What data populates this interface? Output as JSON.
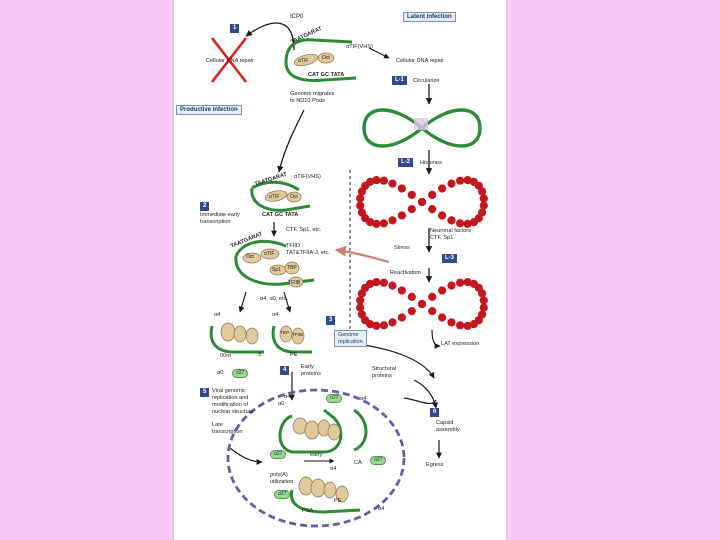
{
  "colors": {
    "page_bg": "#f7c8f3",
    "panel_bg": "#ffffff",
    "dna": "#2d8a35",
    "histone": "#c4161c",
    "nucleus_border": "#6a58a8",
    "stage_box": "#2b4b8c",
    "protein": "#dfc99d",
    "pill": "#9ed69a",
    "arrow": "#1a1a1a",
    "reactivation_arrow": "#cf7f78"
  },
  "header": {
    "icp0": "ICP0",
    "latent_infection": "Latent infection",
    "productive_infection": "Productive infection"
  },
  "stages": {
    "s1": "1",
    "s2": "2",
    "s3": "3",
    "s4": "4",
    "s5": "5",
    "s6": "6",
    "l1": "L-1",
    "l2": "L-2",
    "l3": "L-3"
  },
  "labels": {
    "cellular_dna_repair_left": "Cellular DNA repair",
    "cellular_dna_repair_right": "Cellular DNA repair",
    "vtif_vhs": "αTIF(VHS)",
    "vtif_vhs2": "αTIF(VHS)",
    "taatgarat": "TAATGARAT",
    "taatgarat2": "TAATGARAT",
    "taatgarat3": "TAATGARAT",
    "cat_gc_tata": "CAT GC TATA",
    "cat_gc_tata2": "CAT GC TATA",
    "oct": "Oct",
    "oct2": "Oct",
    "oct3": "Oct",
    "tif": "αTIF",
    "tif2": "αTIF",
    "tif3": "αTIF",
    "genome_migrates_1": "Genome migrates",
    "genome_migrates_2": "to ND10 Pods",
    "circularize": "Circularize",
    "histones": "Histones",
    "immediate_early_1": "Immediate early",
    "immediate_early_2": "transcription",
    "ctf_sp1_etc": "CTF, Sp1, etc.",
    "tfiid": "TFIID",
    "tat_tfiia": "TAT&TFIIA-J, etc.",
    "neuronal_factors": "Neuronal factors",
    "ctf_sp1": "CTF, Sp1",
    "stress": "Stress",
    "reactivation": "Reactivation",
    "a4_a0_etc": "α4, α0, etc.",
    "a4_left": "α4",
    "a4_right": "α4",
    "a0": "α0",
    "a27": "α27",
    "oont": "00nt",
    "three": "3",
    "pe": "PE",
    "genome_replication_1": "Genome",
    "genome_replication_2": "replication",
    "early_proteins_1": "Early",
    "early_proteins_2": "proteins",
    "structural_proteins_1": "Structural",
    "structural_proteins_2": "proteins",
    "lat_expression": "LAT  expression",
    "viral_genomic_1": "Viral genomic",
    "viral_genomic_2": "replication and",
    "viral_genomic_3": "modification of",
    "viral_genomic_4": "nuclear structure",
    "late_transcription_1": "Late",
    "late_transcription_2": "transcription",
    "capsid_assembly_1": "Capsid",
    "capsid_assembly_2": "assembly",
    "egress": "Egress",
    "early": "early",
    "poly_a_1": "poly(A)",
    "poly_a_2": "utilization",
    "a4_n1": "α4",
    "a0_n": "α0",
    "a27_n1": "α27",
    "a27_n2": "α27",
    "a27_n3": "α27",
    "a27_n4": "α27",
    "a4_n2": "α4",
    "a4_n3": "α4",
    "a4_n4": "α4",
    "ca": "CA",
    "pe_n": "PE",
    "psa": "PSA",
    "sp1": "Sp1",
    "tbp": "TBP",
    "tbp2": "TBP",
    "tfiib": "TFIIB",
    "tfiib2": "TFIIB"
  }
}
